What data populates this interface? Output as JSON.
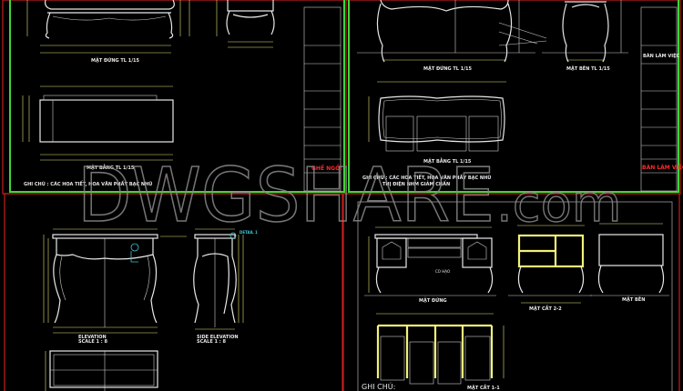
{
  "watermark": {
    "main": "DWGSHARE",
    "suffix": ".com"
  },
  "colors": {
    "background": "#000000",
    "sheet_border": "#3ed63a",
    "frame_border": "#c81e1e",
    "dimension": "#e6e67a",
    "annotation": "#3fc9d0",
    "section_hatch": "#f2f27a"
  },
  "sheet1": {
    "elevation_label": "MẶT ĐỨNG  TL 1/15",
    "plan_label": "MẶT BẰNG  TL 1/15",
    "note": "GHI CHÚ : CÁC HOA TIẾT, HOA VĂN PHẦY BẠC NHŨ",
    "title_block_name": "GHẾ NGỒI"
  },
  "sheet2": {
    "elevation_label": "MẶT ĐỨNG  TL 1/15",
    "side_label": "MẶT BÊN  TL 1/15",
    "plan_label": "MẶT BẰNG  TL 1/15",
    "note_line1": "GHI CHÚ : CÁC HOA TIẾT, HOA VĂN PHẦY BẠC NHŨ",
    "note_line2": "THỊ ĐIỆN NHM GIẢM CHẤN",
    "title_block_heading": "BÀN LÀM VIỆC",
    "title_block_name": "BÀN LÀM VIỆC"
  },
  "sheet3": {
    "elevation_label": "ELEVATION",
    "elevation_scale": "SCALE        1 : 8",
    "side_label": "SIDE ELEVATION",
    "side_scale": "SCALE        1 : 8",
    "detail_tag": "DETAIL 1"
  },
  "sheet4": {
    "front_label": "MẶT ĐỨNG",
    "section22_label": "MẶT CẮT 2-2",
    "side_label": "MẶT BÊN",
    "section11_label": "MẶT CẮT 1-1",
    "note": "GHI CHÚ:",
    "annotation": "CO HẠO"
  }
}
